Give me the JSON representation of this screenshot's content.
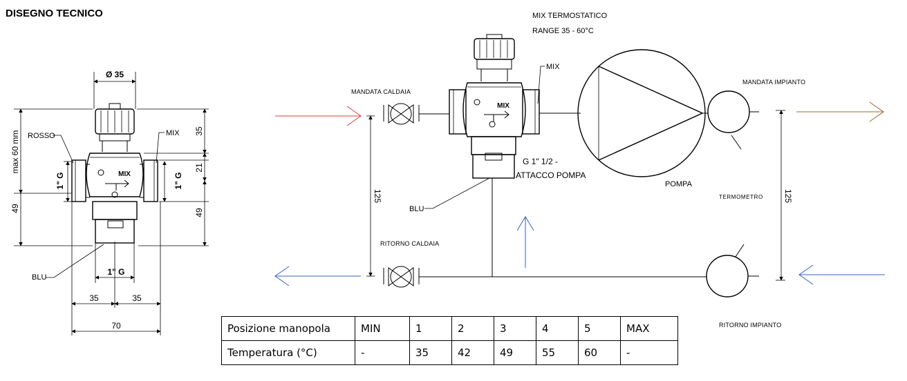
{
  "page_title": "DISEGNO TECNICO",
  "valve_drawing": {
    "diameter": "Ø 35",
    "max_height": "max 60 mm",
    "label_rosso": "ROSSO",
    "label_mix": "MIX",
    "label_blu": "BLU",
    "thread_left": "1\" G",
    "thread_right": "1\" G",
    "thread_bottom": "1\" G",
    "dim_top": "35",
    "dim_mid": "21",
    "dim_bottom_left": "49",
    "dim_bottom_right": "49",
    "dim_half_left": "35",
    "dim_half_right": "35",
    "dim_total_width": "70",
    "body_mark": "MIX"
  },
  "schematic": {
    "title_line1": "MIX TERMOSTATICO",
    "title_line2": "RANGE 35 - 60°C",
    "label_mix": "MIX",
    "mandata_caldaia": "MANDATA CALDAIA",
    "ritorno_caldaia": "RITORNO CALDAIA",
    "mandata_impianto": "MANDATA IMPIANTO",
    "ritorno_impianto": "RITORNO IMPIANTO",
    "attacco_line1": "G 1\" 1/2 -",
    "attacco_line2": "ATTACCO POMPA",
    "pompa": "POMPA",
    "termometro": "TERMOMETRO",
    "label_blu": "BLU",
    "dim_left": "125",
    "dim_right": "125",
    "body_mark": "MIX",
    "colors": {
      "hot": "#e23a3a",
      "cold": "#2f62c8",
      "out": "#9b6a2e"
    }
  },
  "table": {
    "header": [
      "Posizione manopola",
      "MIN",
      "1",
      "2",
      "3",
      "4",
      "5",
      "MAX"
    ],
    "row": [
      "Temperatura (°C)",
      "-",
      "35",
      "42",
      "49",
      "55",
      "60",
      "-"
    ]
  }
}
